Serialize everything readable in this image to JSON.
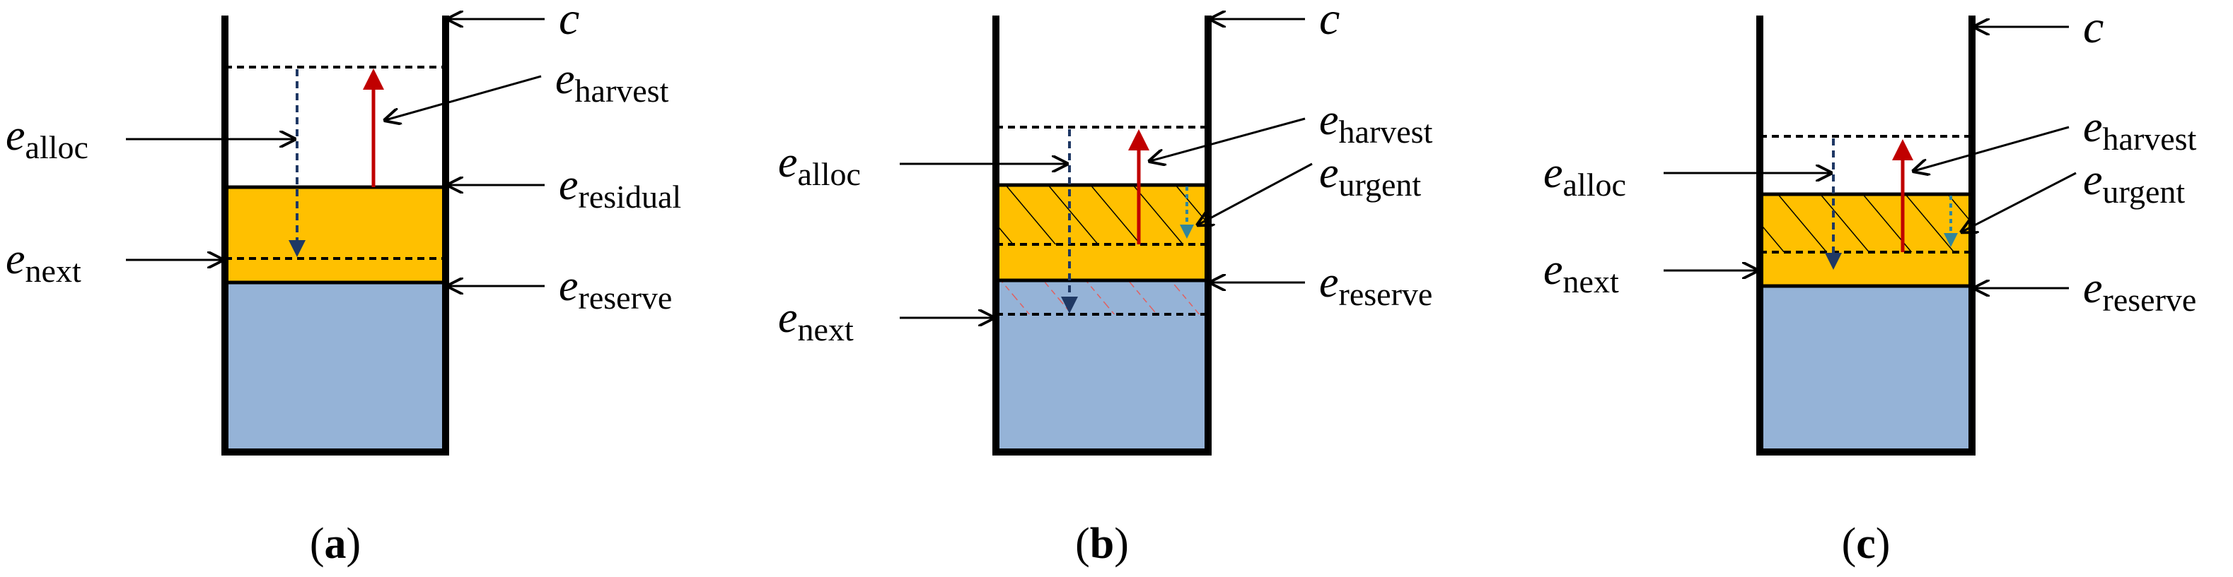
{
  "colors": {
    "residual_fill": "#ffc000",
    "reserve_fill": "#95b3d7",
    "outline": "#000000",
    "harvest_arrow": "#c00000",
    "alloc_arrow": "#1f3864",
    "urgent_arrow": "#31859c",
    "overlap_hatch": "#e06060"
  },
  "labels": {
    "c": "c",
    "e_base": "e",
    "harvest": "harvest",
    "alloc": "alloc",
    "residual": "residual",
    "next": "next",
    "reserve": "reserve",
    "urgent": "urgent"
  },
  "panels": [
    {
      "letter": "a",
      "caption_open": "(",
      "caption_close": ")"
    },
    {
      "letter": "b",
      "caption_open": "(",
      "caption_close": ")"
    },
    {
      "letter": "c",
      "caption_open": "(",
      "caption_close": ")"
    }
  ]
}
